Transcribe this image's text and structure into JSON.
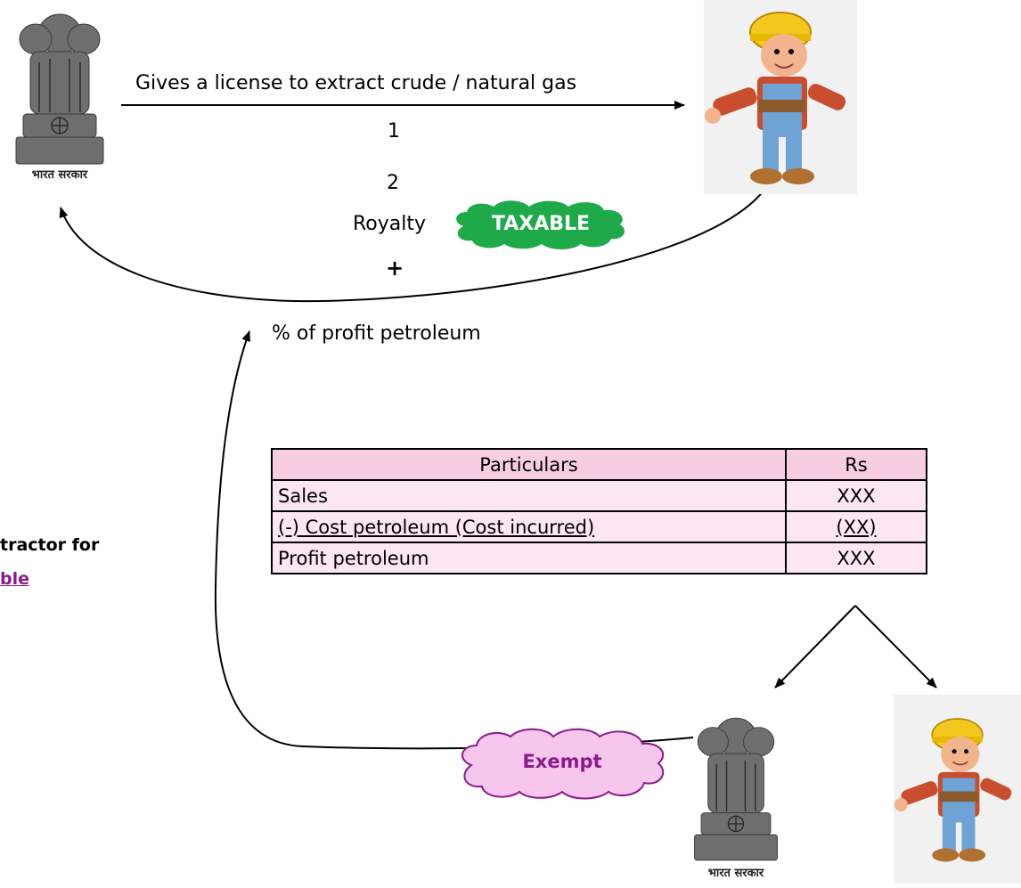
{
  "top": {
    "license_label": "Gives a license to extract crude / natural gas",
    "step_one": "1",
    "step_two": "2",
    "royalty_label": "Royalty",
    "plus_sign": "+",
    "profit_share_label": "% of profit petroleum"
  },
  "clouds": {
    "taxable": "TAXABLE",
    "exempt": "Exempt"
  },
  "emblem": {
    "caption": "भारत सरकार"
  },
  "left_cut": {
    "line1": "tractor for",
    "line2": "ble"
  },
  "table": {
    "headers": [
      "Particulars",
      "Rs"
    ],
    "rows": [
      {
        "particular": "Sales",
        "amount": "XXX"
      },
      {
        "particular": "(-) Cost petroleum (Cost incurred)",
        "amount": "(XX)"
      },
      {
        "particular": "Profit petroleum",
        "amount": "XXX"
      }
    ]
  },
  "colors": {
    "taxable_cloud": "#1faa4a",
    "exempt_cloud": "#f6c6ec",
    "exempt_text": "#8b1a8b",
    "table_header": "#f6cde3",
    "table_row": "#fbe6f1"
  }
}
